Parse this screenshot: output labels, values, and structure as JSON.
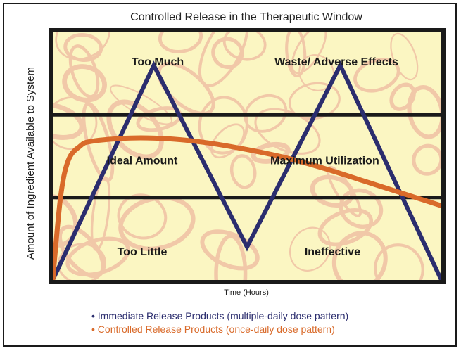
{
  "chart_data": {
    "type": "line",
    "title": "Controlled Release in the Therapeutic Window",
    "xlabel": "Time (Hours)",
    "ylabel": "Amount of Ingredient Available to System",
    "xlim": [
      0,
      10
    ],
    "ylim": [
      0,
      3
    ],
    "thresholds": [
      1,
      2
    ],
    "zone_labels": [
      {
        "text": "Too Much",
        "x": 2.7,
        "y": 2.6
      },
      {
        "text": "Waste/ Adverse Effects",
        "x": 7.3,
        "y": 2.6
      },
      {
        "text": "Ideal Amount",
        "x": 2.3,
        "y": 1.4
      },
      {
        "text": "Maximum Utilization",
        "x": 7.0,
        "y": 1.4
      },
      {
        "text": "Too Little",
        "x": 2.3,
        "y": 0.3
      },
      {
        "text": "Ineffective",
        "x": 7.2,
        "y": 0.3
      }
    ],
    "series": [
      {
        "name": "Immediate Release Products (multiple-daily dose pattern)",
        "color": "#2b2d6e",
        "x": [
          0,
          2.6,
          5.0,
          7.4,
          10
        ],
        "y": [
          0,
          2.6,
          0.4,
          2.6,
          0
        ]
      },
      {
        "name": "Controlled Release Products (once-daily dose pattern)",
        "color": "#d96a2a",
        "x": [
          0,
          0.2,
          0.4,
          0.7,
          1.0,
          2.0,
          3.0,
          4.0,
          5.0,
          6.0,
          7.0,
          8.0,
          9.0,
          10.0
        ],
        "y": [
          0,
          1.0,
          1.45,
          1.62,
          1.68,
          1.72,
          1.71,
          1.66,
          1.58,
          1.48,
          1.35,
          1.2,
          1.05,
          0.9
        ]
      }
    ]
  },
  "legend": {
    "ir_text": "• Immediate Release Products (multiple-daily dose pattern)",
    "cr_text": "• Controlled Release Products (once-daily dose pattern)"
  },
  "colors": {
    "plot_background": "#fbf6c2",
    "pattern": "#f1c8a8",
    "frame": "#1a1a1a"
  }
}
